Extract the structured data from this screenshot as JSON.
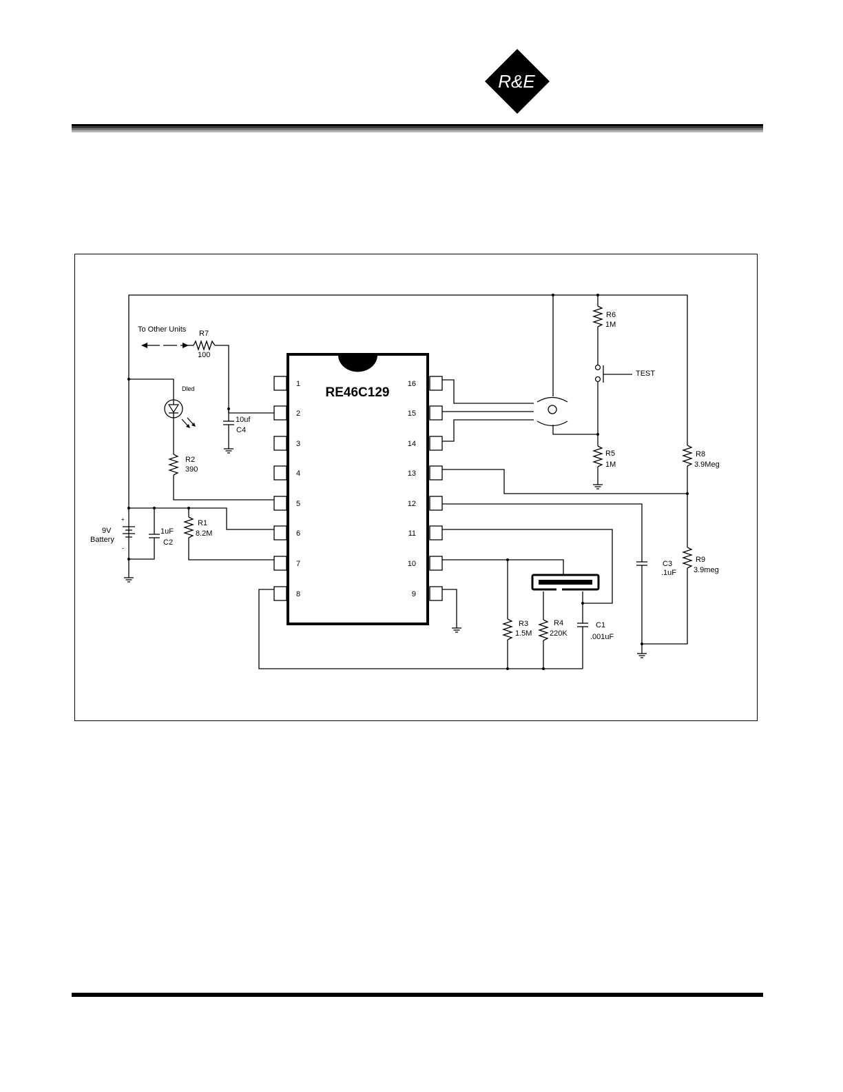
{
  "logo": {
    "text": "R&E"
  },
  "chip": {
    "name": "RE46C129",
    "left_pins": [
      "1",
      "2",
      "3",
      "4",
      "5",
      "6",
      "7",
      "8"
    ],
    "right_pins": [
      "16",
      "15",
      "14",
      "13",
      "12",
      "11",
      "10",
      "9"
    ]
  },
  "labels": {
    "to_other_units": "To Other Units",
    "r7": "R7",
    "r7_val": "100",
    "dled": "Dled",
    "c4_val": "10uf",
    "c4": "C4",
    "r2": "R2",
    "r2_val": "390",
    "battery_v": "9V",
    "battery": "Battery",
    "plus": "+",
    "minus": "-",
    "c2_val": "1uF",
    "c2": "C2",
    "r1": "R1",
    "r1_val": "8.2M",
    "r6": "R6",
    "r6_val": "1M",
    "test": "TEST",
    "r5": "R5",
    "r5_val": "1M",
    "r8": "R8",
    "r8_val": "3.9Meg",
    "r9": "R9",
    "r9_val": "3.9meg",
    "c3": "C3",
    "c3_val": ".1uF",
    "r3": "R3",
    "r3_val": "1.5M",
    "r4": "R4",
    "r4_val": "220K",
    "c1": "C1",
    "c1_val": ".001uF"
  }
}
